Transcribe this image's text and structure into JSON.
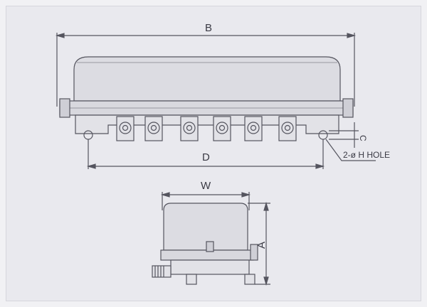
{
  "labels": {
    "B": "B",
    "D": "D",
    "C": "C",
    "hole_note": "2-ø H HOLE",
    "W": "W",
    "A": "A"
  },
  "colors": {
    "background": "#e9e9ee",
    "line": "#55555f",
    "body_fill": "#dcdce2"
  }
}
